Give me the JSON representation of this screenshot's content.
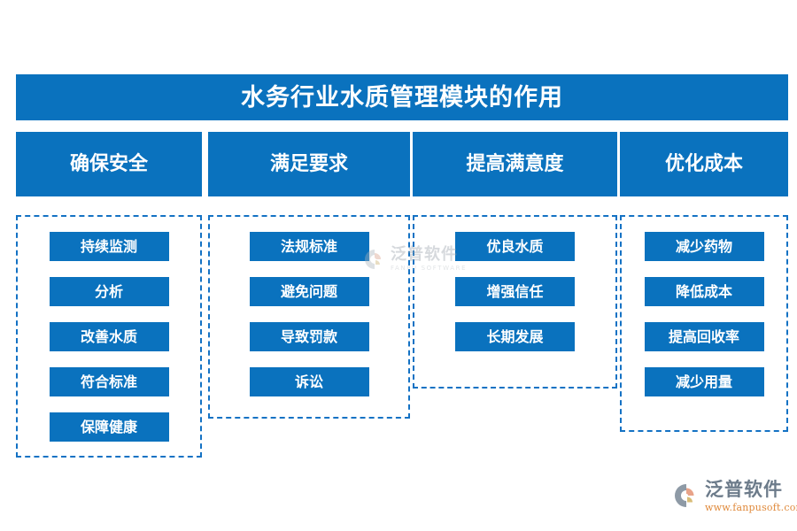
{
  "title": {
    "text": "水务行业水质管理模块的作用"
  },
  "columns": [
    {
      "header": "确保安全",
      "items": [
        "持续监测",
        "分析",
        "改善水质",
        "符合标准",
        "保障健康"
      ]
    },
    {
      "header": "满足要求",
      "items": [
        "法规标准",
        "避免问题",
        "导致罚款",
        "诉讼"
      ]
    },
    {
      "header": "提高满意度",
      "items": [
        "优良水质",
        "增强信任",
        "长期发展"
      ]
    },
    {
      "header": "优化成本",
      "items": [
        "减少药物",
        "降低成本",
        "提高回收率",
        "减少用量"
      ]
    }
  ],
  "watermark": {
    "name": "泛普软件",
    "subtitle": "FANPU SOFTWARE"
  },
  "brand": {
    "name": "泛普软件",
    "url": "www.fanpusoft.com"
  },
  "colors": {
    "primary_blue": "#0a72be",
    "dashed_border": "#1472c4",
    "background": "#ffffff",
    "brand_text": "#6c7b8a",
    "brand_url": "#e08a3c"
  }
}
